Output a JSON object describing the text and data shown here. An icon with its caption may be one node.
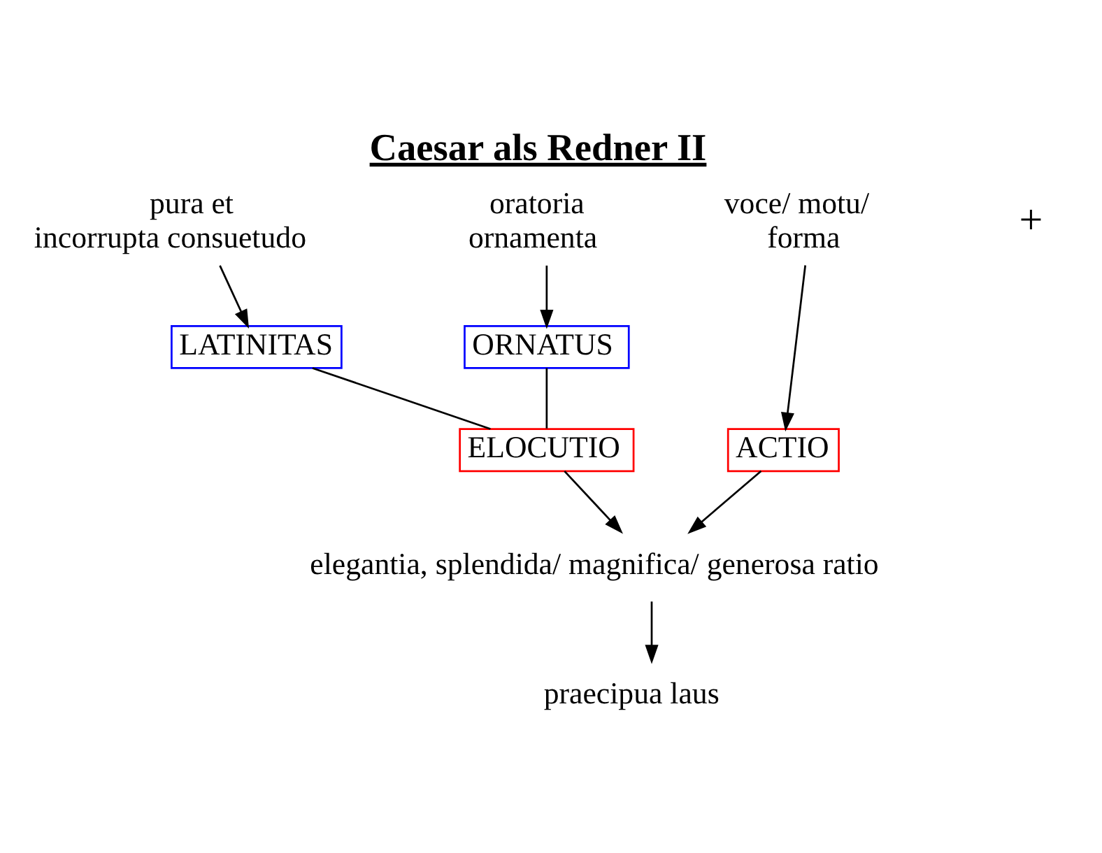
{
  "diagram": {
    "title": "Caesar als Redner II",
    "nodes": [
      {
        "text": [
          "pura et incorrupta consuetudo"
        ]
      },
      {
        "text": [
          "oratoria ornamenta"
        ]
      },
      {
        "text": [
          "voce/ motu/ forma"
        ]
      },
      {
        "text": [
          "LATINITAS"
        ]
      },
      {
        "text": [
          "ORNATUS"
        ]
      },
      {
        "text": [
          "ELOCUTIO"
        ]
      },
      {
        "text": [
          "ACTIO"
        ]
      },
      {
        "text": [
          "elegantia, splendida/ magnifica/ generosa ratio"
        ]
      },
      {
        "text": [
          "praecipua laus"
        ]
      }
    ],
    "edges": [
      {
        "from": 0,
        "to": 3,
        "arrow": "to"
      },
      {
        "from": 1,
        "to": 4,
        "arrow": "to"
      },
      {
        "from": 2,
        "to": 6,
        "arrow": "to"
      },
      {
        "from": 3,
        "to": 5,
        "arrow": "none"
      },
      {
        "from": 4,
        "to": 5,
        "arrow": "none"
      },
      {
        "from": 5,
        "to": 7,
        "arrow": "to"
      },
      {
        "from": 6,
        "to": 7,
        "arrow": "to"
      },
      {
        "from": 7,
        "to": 8,
        "arrow": "to"
      }
    ],
    "labels": [
      "+"
    ]
  }
}
